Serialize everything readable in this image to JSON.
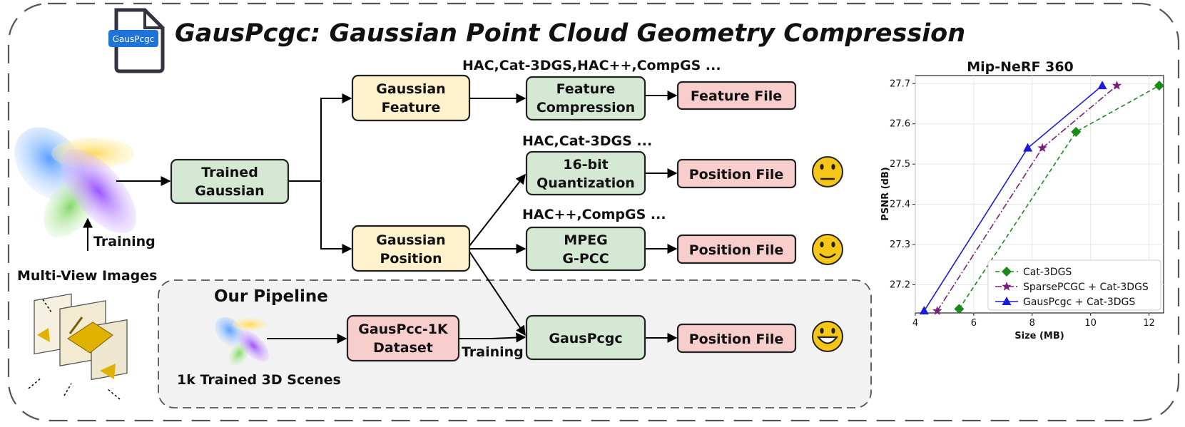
{
  "title": "GausPcgc: Gaussian Point Cloud Geometry Compression",
  "file_icon_label": "GausPcgc",
  "left": {
    "training_label": "Training",
    "multi_view_label": "Multi-View Images"
  },
  "boxes": {
    "trained_gaussian": [
      "Trained",
      "Gaussian"
    ],
    "gaussian_feature": [
      "Gaussian",
      "Feature"
    ],
    "gaussian_position": [
      "Gaussian",
      "Position"
    ],
    "feature_compression": [
      "Feature",
      "Compression"
    ],
    "quantization": [
      "16-bit",
      "Quantization"
    ],
    "mpeg": [
      "MPEG",
      "G-PCC"
    ],
    "gauspcgc": "GausPcgc",
    "dataset": [
      "GausPcc-1K",
      "Dataset"
    ],
    "feature_file": "Feature File",
    "position_file_1": "Position File",
    "position_file_2": "Position File",
    "position_file_3": "Position File"
  },
  "method_notes": {
    "feature": "HAC,Cat-3DGS,HAC++,CompGS ...",
    "quantization": "HAC,Cat-3DGS ...",
    "mpeg": "HAC++,CompGS ..."
  },
  "pipeline": {
    "title": "Our Pipeline",
    "scenes_label": "1k Trained 3D Scenes",
    "training_label": "Training"
  },
  "emojis": [
    "neutral",
    "slight-smile",
    "big-smile"
  ],
  "colors": {
    "green_box": "#d5e8d4",
    "yellow_box": "#fff2cc",
    "red_box": "#f8cecc",
    "pipeline_bg": "#f2f2f2",
    "emoji_face": "#f5c518"
  },
  "chart_data": {
    "type": "line",
    "title": "Mip-NeRF 360",
    "xlabel": "Size (MB)",
    "ylabel": "PSNR (dB)",
    "xlim": [
      4,
      12.5
    ],
    "ylim": [
      27.13,
      27.72
    ],
    "xticks": [
      4,
      6,
      8,
      10,
      12
    ],
    "yticks": [
      27.2,
      27.3,
      27.4,
      27.5,
      27.6,
      27.7
    ],
    "grid": true,
    "legend_position": "lower-right",
    "series": [
      {
        "name": "Cat-3DGS",
        "color": "#1a8a1a",
        "marker": "diamond",
        "dash": "6,4",
        "points": [
          [
            5.5,
            27.14
          ],
          [
            9.5,
            27.58
          ],
          [
            12.35,
            27.695
          ]
        ]
      },
      {
        "name": "SparsePCGC + Cat-3DGS",
        "color": "#7b1f7b",
        "marker": "star",
        "dash": "9,3,2,3",
        "points": [
          [
            4.75,
            27.135
          ],
          [
            8.35,
            27.54
          ],
          [
            10.9,
            27.695
          ]
        ]
      },
      {
        "name": "GausPcgc + Cat-3DGS",
        "color": "#1a1adc",
        "marker": "triangle",
        "dash": "",
        "points": [
          [
            4.3,
            27.135
          ],
          [
            7.85,
            27.54
          ],
          [
            10.4,
            27.695
          ]
        ]
      }
    ]
  }
}
